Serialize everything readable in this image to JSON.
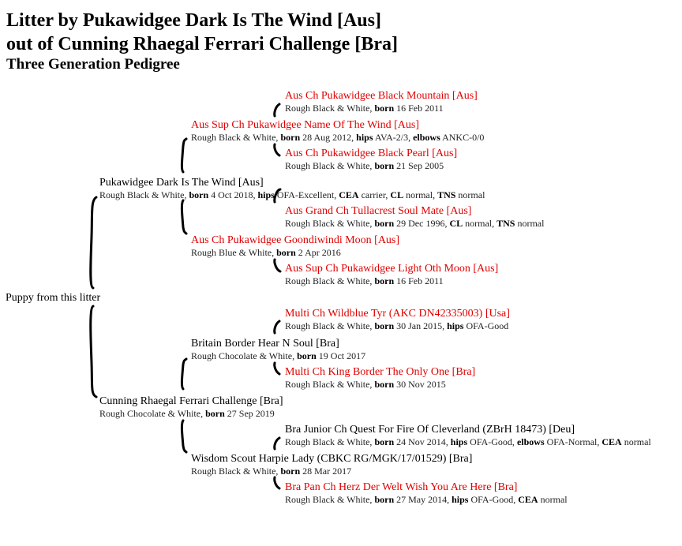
{
  "header": {
    "title_line1": "Litter by Pukawidgee Dark Is The Wind [Aus]",
    "title_line2": "out of Cunning Rhaegal Ferrari Challenge [Bra]",
    "subtitle": "Three Generation Pedigree"
  },
  "root": {
    "name": "Puppy from this litter"
  },
  "sire": {
    "name": "Pukawidgee Dark Is The Wind [Aus]",
    "details": [
      {
        "t": "Rough Black & White, "
      },
      {
        "b": "born"
      },
      {
        "t": " 4 Oct 2018, "
      },
      {
        "b": "hips"
      },
      {
        "t": " OFA-Excellent, "
      },
      {
        "b": "CEA"
      },
      {
        "t": " carrier, "
      },
      {
        "b": "CL"
      },
      {
        "t": " normal, "
      },
      {
        "b": "TNS"
      },
      {
        "t": " normal"
      }
    ]
  },
  "sire_sire": {
    "name": "Aus Sup Ch Pukawidgee Name Of The Wind [Aus]",
    "details": [
      {
        "t": "Rough Black & White, "
      },
      {
        "b": "born"
      },
      {
        "t": " 28 Aug 2012, "
      },
      {
        "b": "hips"
      },
      {
        "t": " AVA-2/3, "
      },
      {
        "b": "elbows"
      },
      {
        "t": " ANKC-0/0"
      }
    ]
  },
  "sire_sire_sire": {
    "name": "Aus Ch Pukawidgee Black Mountain [Aus]",
    "details": [
      {
        "t": "Rough Black & White, "
      },
      {
        "b": "born"
      },
      {
        "t": " 16 Feb 2011"
      }
    ]
  },
  "sire_sire_dam": {
    "name": "Aus Ch Pukawidgee Black Pearl [Aus]",
    "details": [
      {
        "t": "Rough Black & White, "
      },
      {
        "b": "born"
      },
      {
        "t": " 21 Sep 2005"
      }
    ]
  },
  "sire_dam": {
    "name": "Aus Ch Pukawidgee Goondiwindi Moon [Aus]",
    "details": [
      {
        "t": "Rough Blue & White, "
      },
      {
        "b": "born"
      },
      {
        "t": " 2 Apr 2016"
      }
    ]
  },
  "sire_dam_sire": {
    "name": "Aus Grand Ch Tullacrest Soul Mate [Aus]",
    "details": [
      {
        "t": "Rough Black & White, "
      },
      {
        "b": "born"
      },
      {
        "t": " 29 Dec 1996, "
      },
      {
        "b": "CL"
      },
      {
        "t": " normal, "
      },
      {
        "b": "TNS"
      },
      {
        "t": " normal"
      }
    ]
  },
  "sire_dam_dam": {
    "name": "Aus Sup Ch Pukawidgee Light Oth Moon [Aus]",
    "details": [
      {
        "t": "Rough Black & White, "
      },
      {
        "b": "born"
      },
      {
        "t": " 16 Feb 2011"
      }
    ]
  },
  "dam": {
    "name": "Cunning Rhaegal Ferrari Challenge [Bra]",
    "details": [
      {
        "t": "Rough Chocolate & White, "
      },
      {
        "b": "born"
      },
      {
        "t": " 27 Sep 2019"
      }
    ]
  },
  "dam_sire": {
    "name": "Britain Border Hear N Soul [Bra]",
    "details": [
      {
        "t": "Rough Chocolate & White, "
      },
      {
        "b": "born"
      },
      {
        "t": " 19 Oct 2017"
      }
    ]
  },
  "dam_sire_sire": {
    "name": "Multi Ch Wildblue Tyr (AKC DN42335003) [Usa]",
    "details": [
      {
        "t": "Rough Black & White, "
      },
      {
        "b": "born"
      },
      {
        "t": " 30 Jan 2015, "
      },
      {
        "b": "hips"
      },
      {
        "t": " OFA-Good"
      }
    ]
  },
  "dam_sire_dam": {
    "name": "Multi Ch King Border The Only One [Bra]",
    "details": [
      {
        "t": "Rough Black & White, "
      },
      {
        "b": "born"
      },
      {
        "t": " 30 Nov 2015"
      }
    ]
  },
  "dam_dam": {
    "name": "Wisdom Scout Harpie Lady (CBKC RG/MGK/17/01529) [Bra]",
    "details": [
      {
        "t": "Rough Black & White, "
      },
      {
        "b": "born"
      },
      {
        "t": " 28 Mar 2017"
      }
    ]
  },
  "dam_dam_sire": {
    "name": "Bra Junior Ch Quest For Fire Of Cleverland (ZBrH 18473) [Deu]",
    "details": [
      {
        "t": "Rough Black & White, "
      },
      {
        "b": "born"
      },
      {
        "t": " 24 Nov 2014, "
      },
      {
        "b": "hips"
      },
      {
        "t": " OFA-Good, "
      },
      {
        "b": "elbows"
      },
      {
        "t": " OFA-Normal, "
      },
      {
        "b": "CEA"
      },
      {
        "t": " normal"
      }
    ]
  },
  "dam_dam_dam": {
    "name": "Bra Pan Ch Herz Der Welt Wish You Are Here [Bra]",
    "details": [
      {
        "t": "Rough Black & White, "
      },
      {
        "b": "born"
      },
      {
        "t": " 27 May 2014, "
      },
      {
        "b": "hips"
      },
      {
        "t": " OFA-Good, "
      },
      {
        "b": "CEA"
      },
      {
        "t": " normal"
      }
    ]
  },
  "colors": {
    "champion_name": "#e00000",
    "text": "#000000",
    "details_text": "#222222"
  }
}
